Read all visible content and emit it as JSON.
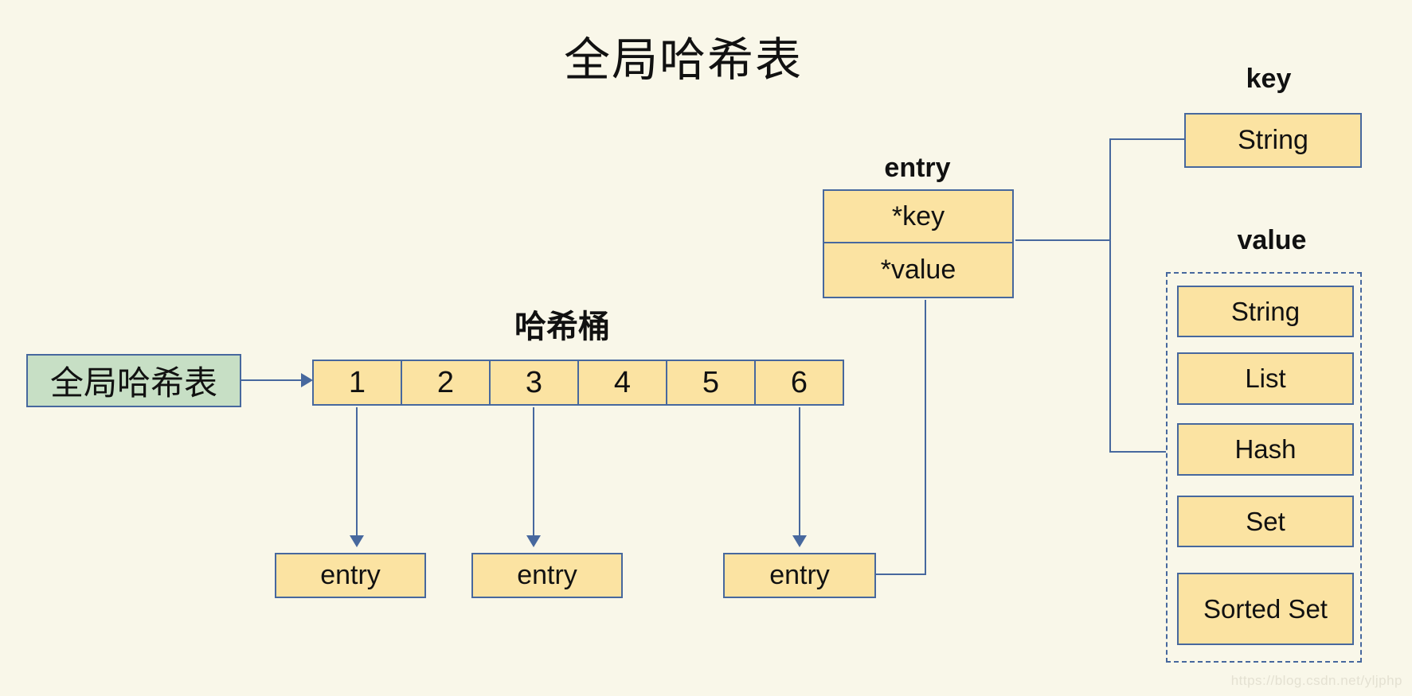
{
  "title": "全局哈希表",
  "global_table": {
    "label": "全局哈希表"
  },
  "hash_bucket": {
    "label": "哈希桶",
    "cells": [
      "1",
      "2",
      "3",
      "4",
      "5",
      "6"
    ]
  },
  "entries": {
    "labels": [
      "entry",
      "entry",
      "entry"
    ]
  },
  "entry_struct": {
    "title": "entry",
    "fields": [
      "*key",
      "*value"
    ]
  },
  "key_section": {
    "title": "key",
    "type": "String"
  },
  "value_section": {
    "title": "value",
    "types": [
      "String",
      "List",
      "Hash",
      "Set",
      "Sorted Set"
    ]
  },
  "watermark": "https://blog.csdn.net/yljphp",
  "colors": {
    "background": "#f9f7e9",
    "box_fill": "#fbe3a2",
    "global_table_fill": "#c7dfc5",
    "border_and_lines": "#47689e"
  }
}
